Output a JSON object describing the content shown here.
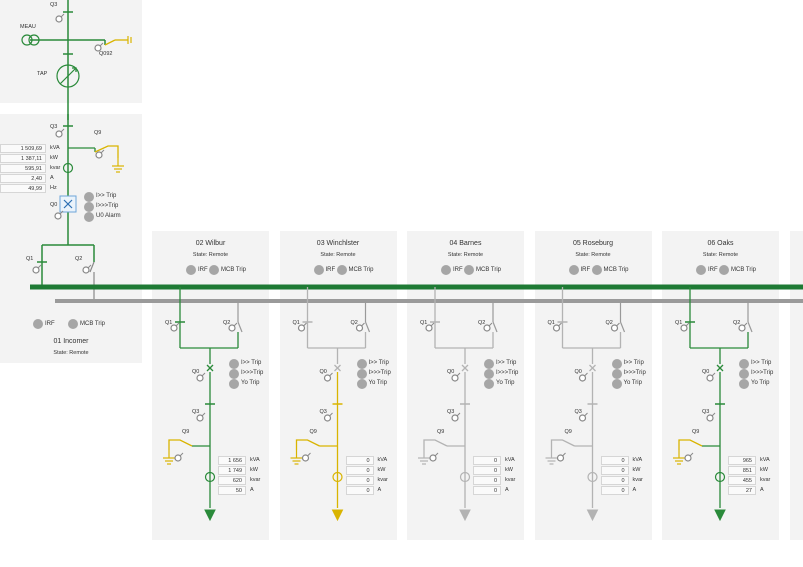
{
  "colors": {
    "energized": "#2a8a3a",
    "busbar": "#1e7a34",
    "deenergized": "#b3b3b3",
    "earthed": "#d9b400",
    "panel": "#f3f3f3",
    "indicator": "#a6a6a6",
    "neutral_bar": "#9a9a9a"
  },
  "transformer": {
    "labels": {
      "q3_top": "Q3",
      "meau": "MEAU",
      "q092": "Q092",
      "tap": "TAP"
    }
  },
  "incomer": {
    "labels": {
      "q3": "Q3",
      "q9": "Q9",
      "q0": "Q0",
      "q1": "Q1",
      "q2": "Q2"
    },
    "measurements": [
      {
        "value": "1 509,69",
        "unit": "kVA"
      },
      {
        "value": "1 387,11",
        "unit": "kW"
      },
      {
        "value": "595,91",
        "unit": "kvar"
      },
      {
        "value": "2,40",
        "unit": "A"
      },
      {
        "value": "49,99",
        "unit": "Hz"
      }
    ],
    "alarms": [
      "I>> Trip",
      "I>>>Trip",
      "U0 Alarm"
    ],
    "status": [
      "IRF",
      "MCB Trip"
    ],
    "name": "01 Incomer",
    "state": "State: Remote"
  },
  "feeder_labels": {
    "q1": "Q1",
    "q2": "Q2",
    "q0": "Q0",
    "q3": "Q3",
    "q9": "Q9",
    "status": [
      "IRF",
      "MCB Trip"
    ],
    "alarms": [
      "I>> Trip",
      "I>>>Trip",
      "Yo Trip"
    ],
    "units": [
      "kVA",
      "kW",
      "kvar",
      "A"
    ]
  },
  "feeders": [
    {
      "id": "02",
      "name": "02 Wilbur",
      "state": "State: Remote",
      "mode": "energized",
      "values": [
        "1 656",
        "1 749",
        "620",
        "50"
      ]
    },
    {
      "id": "03",
      "name": "03 Winchlster",
      "state": "State: Remote",
      "mode": "earthed",
      "values": [
        "0",
        "0",
        "0",
        "0"
      ]
    },
    {
      "id": "04",
      "name": "04 Barnes",
      "state": "State: Remote",
      "mode": "off",
      "values": [
        "0",
        "0",
        "0",
        "0"
      ]
    },
    {
      "id": "05",
      "name": "05 Roseburg",
      "state": "State: Remote",
      "mode": "off",
      "values": [
        "0",
        "0",
        "0",
        "0"
      ]
    },
    {
      "id": "06",
      "name": "06 Oaks",
      "state": "State: Remote",
      "mode": "energized",
      "values": [
        "965",
        "851",
        "455",
        "27"
      ]
    }
  ]
}
